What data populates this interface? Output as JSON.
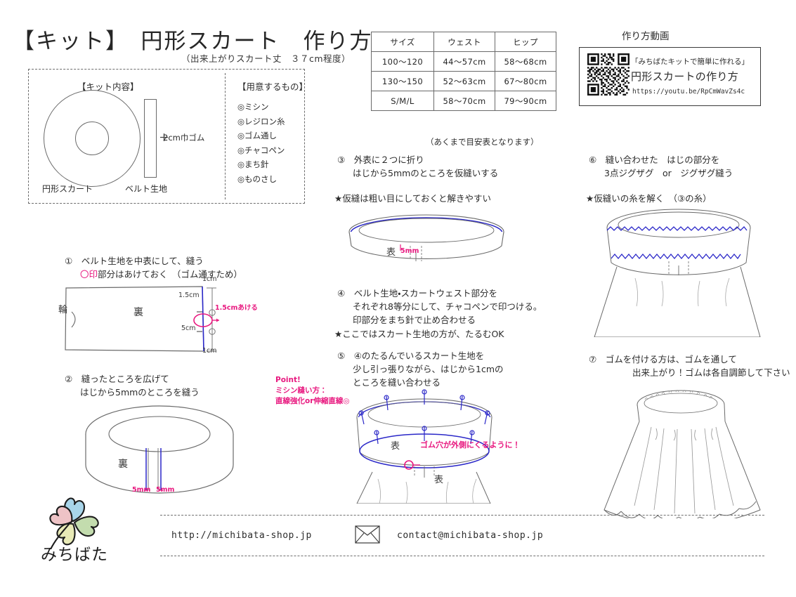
{
  "title": {
    "main": "【キット】　円形スカート　作り方",
    "sub": "（出来上がりスカート丈　３７cm程度）"
  },
  "kit_box": {
    "contents_heading": "【キット内容】",
    "tools_heading": "【用意するもの】",
    "label_skirt": "円形スカート",
    "label_belt": "ベルト生地",
    "label_elastic": "2cm巾ゴム",
    "tools": [
      "◎ミシン",
      "◎レジロン糸",
      "◎ゴム通し",
      "◎チャコペン",
      "◎まち針",
      "◎ものさし"
    ]
  },
  "size_table": {
    "headers": [
      "サイズ",
      "ウェスト",
      "ヒップ"
    ],
    "rows": [
      [
        "100〜120",
        "44〜57cm",
        "58〜68cm"
      ],
      [
        "130〜150",
        "52〜63cm",
        "67〜80cm"
      ],
      [
        "S/M/L",
        "58〜70cm",
        "79〜90cm"
      ]
    ],
    "note": "（あくまで目安表となります）"
  },
  "video": {
    "heading": "作り方動画",
    "line1": "「みちばたキットで簡単に作れる」",
    "line2": "円形スカートの作り方",
    "url": "https://youtu.be/RpCmWavZs4c"
  },
  "steps": {
    "s1": {
      "line1": "①　ベルト生地を中表にして、縫う",
      "line2_mark": "〇印",
      "line2_rest": "部分はあけておく　（ゴム通すため）",
      "labels": {
        "wa": "輪",
        "ura": "裏",
        "top_cm": "1cm",
        "cm_1_5": "1.5cm",
        "cm_5": "5cm",
        "bottom_cm": "1cm",
        "open_note": "1.5cmあける"
      }
    },
    "s2": {
      "line1": "②　縫ったところを広げて",
      "line2": "はじから5mmのところを縫う",
      "labels": {
        "ura": "裏",
        "left_5mm": "5mm",
        "right_5mm": "5mm"
      }
    },
    "s3": {
      "line1": "③　外表に２つに折り",
      "line2": "はじから5mmのところを仮縫いする",
      "note": "★仮縫は粗い目にしておくと解きやすい",
      "labels": {
        "omote": "表",
        "mm5": "5mm"
      }
    },
    "s4": {
      "line1": "④　ベルト生地・スカートウェスト部分を",
      "line2": "それぞれ8等分にして、チャコペンで印つける。",
      "line3": "印部分をまち針で止め合わせる",
      "note": "★ここではスカート生地の方が、たるむOK"
    },
    "s5": {
      "line1": "⑤　④のたるんでいるスカート生地を",
      "line2": "少し引っ張りながら、はじから1cmの",
      "line3": "ところを縫い合わせる",
      "point": {
        "title": "Point!",
        "line1": "ミシン縫い方：",
        "line2": "直線強化or伸縮直線◎"
      },
      "labels": {
        "omote_belt": "表",
        "omote_skirt": "表",
        "hole_note": "ゴム穴が外側にくるように！"
      }
    },
    "s6": {
      "line1": "⑥　縫い合わせた　はじの部分を",
      "line2": "3点ジグザグ　or　ジグザグ縫う",
      "note": "★仮縫いの糸を解く　（③の糸）"
    },
    "s7": {
      "line1": "⑦　ゴムを付ける方は、ゴムを通して",
      "line2": "出来上がり！ゴムは各自調節して下さい"
    }
  },
  "footer": {
    "url": "http://michibata-shop.jp",
    "email": "contact@michibata-shop.jp",
    "brand": "みちばた"
  },
  "colors": {
    "pink": "#e8187f",
    "blue": "#2a27c8",
    "ink": "#2b2b2b",
    "clover_blue": "#a8d5ea",
    "clover_green": "#c3dcae",
    "clover_yellow": "#e8eab6",
    "clover_pink": "#eec3c6"
  }
}
